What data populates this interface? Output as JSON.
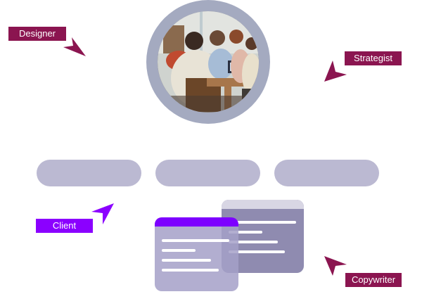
{
  "roles": {
    "designer": "Designer",
    "strategist": "Strategist",
    "client": "Client",
    "copywriter": "Copywriter"
  },
  "colors": {
    "maroon": "#8b1550",
    "violet": "#8b00ff",
    "frame": "#a4aac0",
    "pill": "#bbb9d2",
    "card_back": "#8f8bb0",
    "card_front": "#a4a0c8"
  },
  "photo": {
    "icon": "team-meeting-photo"
  },
  "pills": [
    {},
    {},
    {}
  ],
  "cards": {
    "icon_back": "document-card",
    "icon_front": "document-card"
  }
}
